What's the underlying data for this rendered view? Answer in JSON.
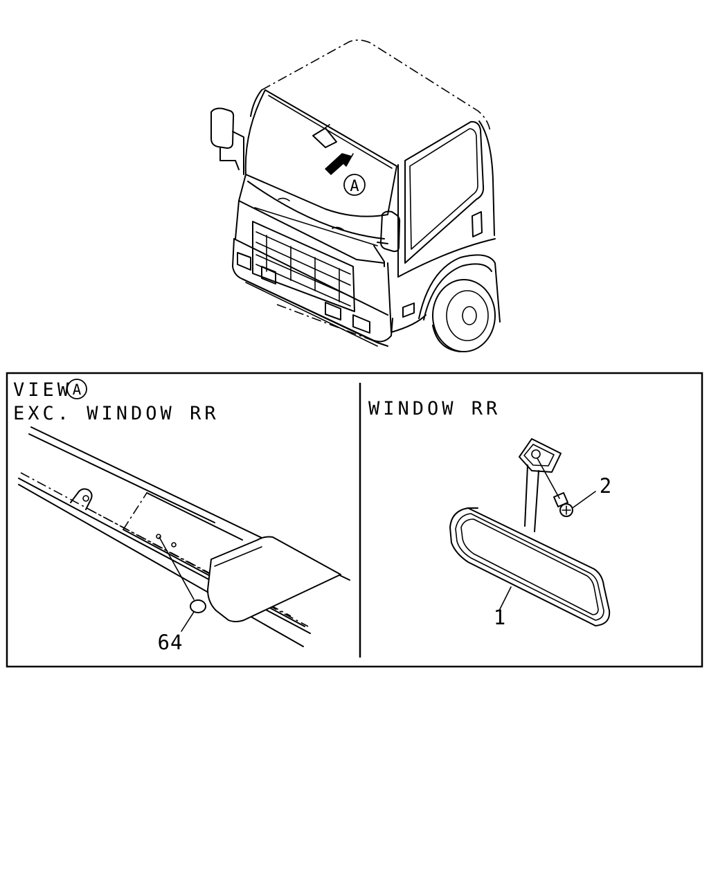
{
  "view_marker": "A",
  "panels": {
    "left": {
      "view_label": "VIEW",
      "view_marker": "A",
      "subtitle": "EXC. WINDOW RR",
      "callouts": [
        {
          "number": "64"
        }
      ]
    },
    "right": {
      "subtitle": "WINDOW RR",
      "callouts": [
        {
          "number": "2"
        },
        {
          "number": "1"
        }
      ]
    }
  }
}
